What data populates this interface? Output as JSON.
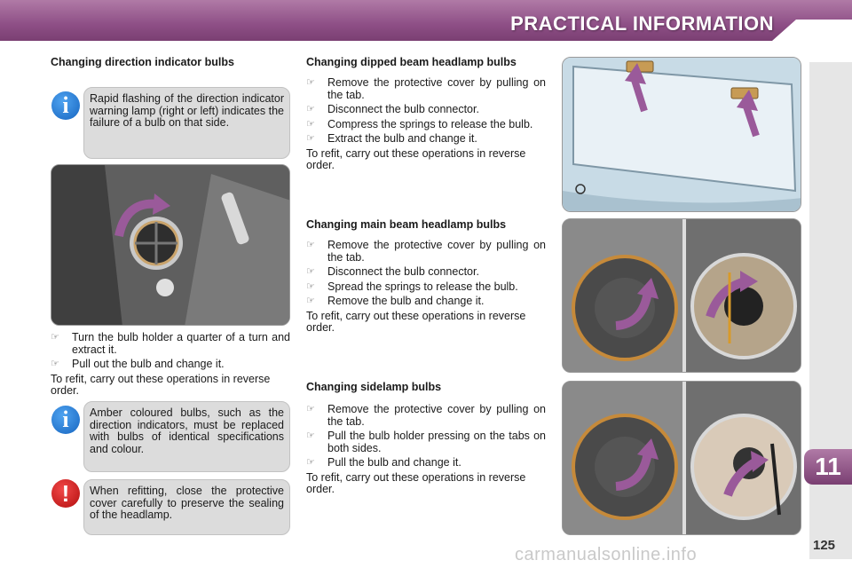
{
  "header": {
    "title": "PRACTICAL INFORMATION"
  },
  "chapter": "11",
  "page_number": "125",
  "watermark": "carmanualsonline.info",
  "left": {
    "heading": "Changing direction indicator bulbs",
    "info_box_1": "Rapid flashing of the direction indicator warning lamp (right or left) indicates the failure of a bulb on that side.",
    "steps": [
      "Turn the bulb holder a quarter of a turn and extract it.",
      "Pull out the bulb and change it."
    ],
    "refit": "To refit, carry out these operations in reverse order.",
    "info_box_2": "Amber coloured bulbs, such as the direction indicators, must be replaced with bulbs of identical specifications and colour.",
    "warning_box": "When refitting, close the protective cover carefully to preserve the sealing of the headlamp."
  },
  "middle": {
    "sections": [
      {
        "heading": "Changing dipped beam headlamp bulbs",
        "steps": [
          "Remove the protective cover by pulling on the tab.",
          "Disconnect the bulb connector.",
          "Compress the springs to release the bulb.",
          "Extract the bulb and change it."
        ],
        "refit": "To refit, carry out these operations in reverse order."
      },
      {
        "heading": "Changing main beam headlamp bulbs",
        "steps": [
          "Remove the protective cover by pulling on the tab.",
          "Disconnect the bulb connector.",
          "Spread the springs to release the bulb.",
          "Remove the bulb and change it."
        ],
        "refit": "To refit, carry out these operations in reverse order."
      },
      {
        "heading": "Changing sidelamp bulbs",
        "steps": [
          "Remove the protective cover by pulling on the tab.",
          "Pull the bulb holder pressing on the tabs on both sides.",
          "Pull the bulb and change it."
        ],
        "refit": "To refit, carry out these operations in reverse order."
      }
    ]
  },
  "bullet_glyph": "☞",
  "colors": {
    "header": "#8e4f86",
    "info": "#1665c0",
    "warning": "#b30e0e",
    "box": "#dcdcdc",
    "arrow": "#9a5a9a"
  }
}
